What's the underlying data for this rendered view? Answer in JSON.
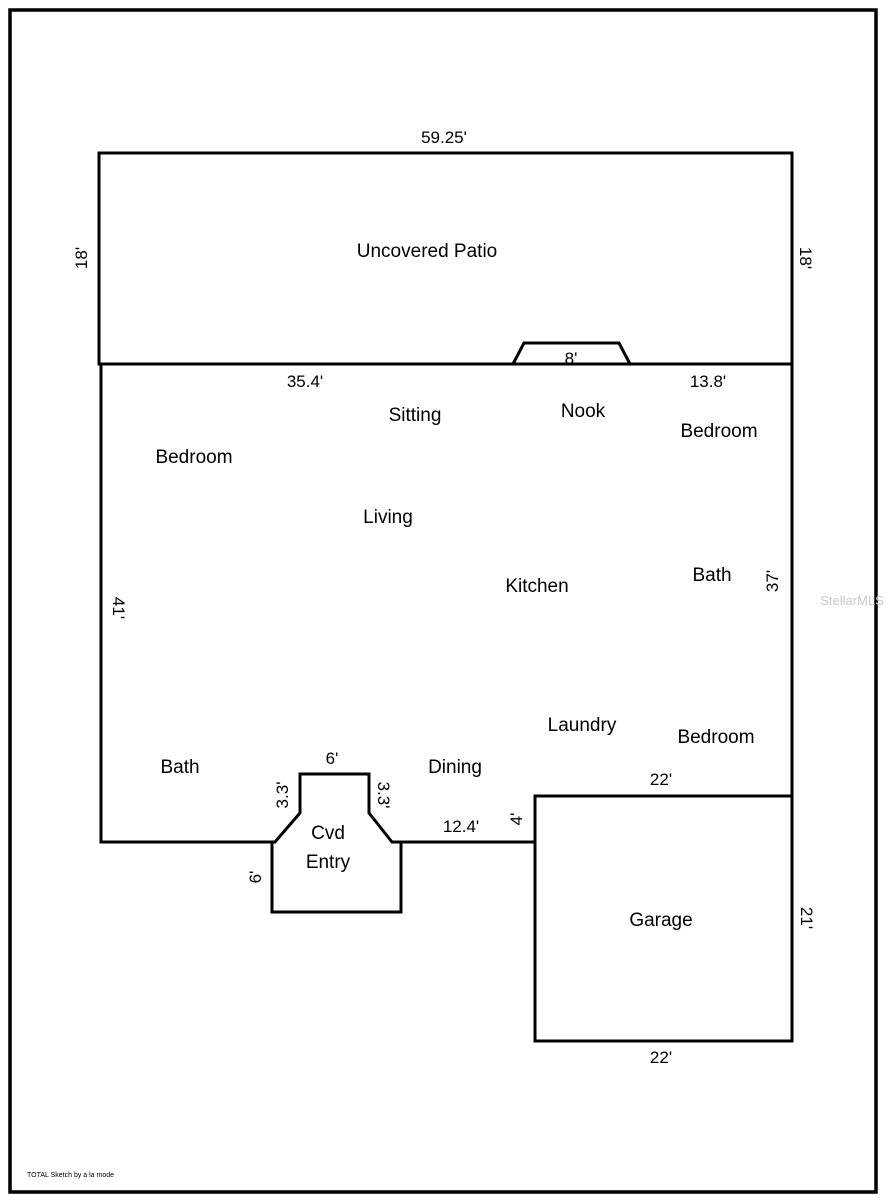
{
  "rooms": {
    "uncovered_patio": "Uncovered Patio",
    "sitting": "Sitting",
    "nook": "Nook",
    "bedroom_left": "Bedroom",
    "bedroom_right_top": "Bedroom",
    "living": "Living",
    "kitchen": "Kitchen",
    "bath_right": "Bath",
    "laundry": "Laundry",
    "bedroom_right_bottom": "Bedroom",
    "bath_left": "Bath",
    "dining": "Dining",
    "cvd_entry_line1": "Cvd",
    "cvd_entry_line2": "Entry",
    "garage": "Garage"
  },
  "dimensions": {
    "patio_top": "59.25'",
    "patio_left": "18'",
    "patio_right": "18'",
    "house_top_left": "35.4'",
    "nook_bump": "8'",
    "house_top_right": "13.8'",
    "house_left": "41'",
    "house_right": "37'",
    "entry_top": "6'",
    "entry_left_angle": "3.3'",
    "entry_right_angle": "3.3'",
    "entry_side": "6'",
    "front_wall": "12.4'",
    "garage_jog": "4'",
    "garage_top": "22'",
    "garage_right": "21'",
    "garage_bottom": "22'"
  },
  "credit": "TOTAL Sketch by a la mode",
  "watermark": "StellarMLS"
}
